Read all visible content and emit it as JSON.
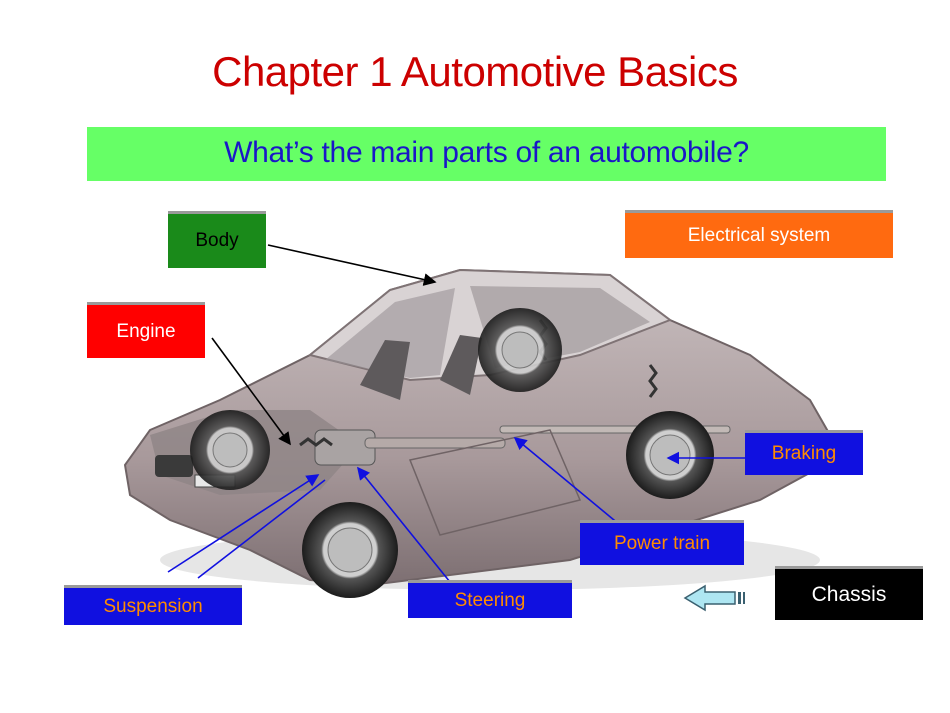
{
  "title": "Chapter 1  Automotive Basics",
  "subtitle": "What’s the main parts of an automobile?",
  "labels": {
    "body": "Body",
    "electrical": "Electrical system",
    "engine": "Engine",
    "braking": "Braking",
    "power_train": "Power train",
    "suspension": "Suspension",
    "steering": "Steering",
    "chassis": "Chassis"
  },
  "colors": {
    "title": "#cc0000",
    "subtitle_text": "#1a16c8",
    "subtitle_bg": "#66ff66",
    "body_box": "#1a8a1a",
    "electrical_box": "#ff6a10",
    "engine_box": "#ff0000",
    "chassis_parts_box": "#1010e0",
    "chassis_box": "#000000",
    "chassis_parts_text": "#ff8c00"
  },
  "image": {
    "car": "cutaway-sedan-illustration",
    "arrow": "left-arrow-icon"
  }
}
